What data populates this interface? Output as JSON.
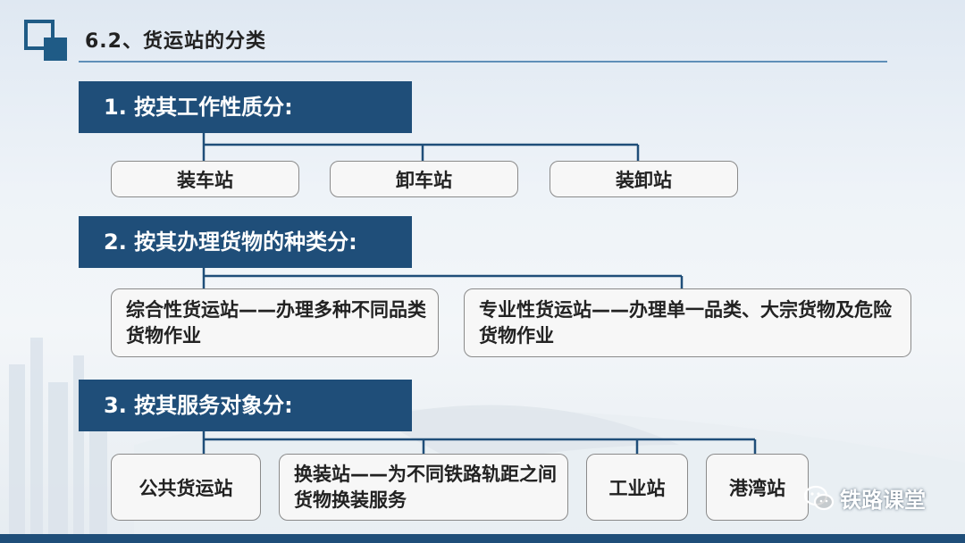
{
  "title": "6.2、货运站的分类",
  "sections": [
    {
      "header": "1. 按其工作性质分:",
      "boxes": [
        "装车站",
        "卸车站",
        "装卸站"
      ]
    },
    {
      "header": "2. 按其办理货物的种类分:",
      "boxes": [
        "综合性货运站——办理多种不同品类货物作业",
        "专业性货运站——办理单一品类、大宗货物及危险货物作业"
      ]
    },
    {
      "header": "3. 按其服务对象分:",
      "boxes": [
        "公共货运站",
        "换装站——为不同铁路轨距之间货物换装服务",
        "工业站",
        "港湾站"
      ]
    }
  ],
  "watermark": {
    "icon": "wechat-icon",
    "text": "铁路课堂"
  },
  "colors": {
    "header_bg": "#1f4e79",
    "connector": "#1f4e79",
    "box_border": "#8a8a8a",
    "box_bg": "#f7f7f7"
  }
}
